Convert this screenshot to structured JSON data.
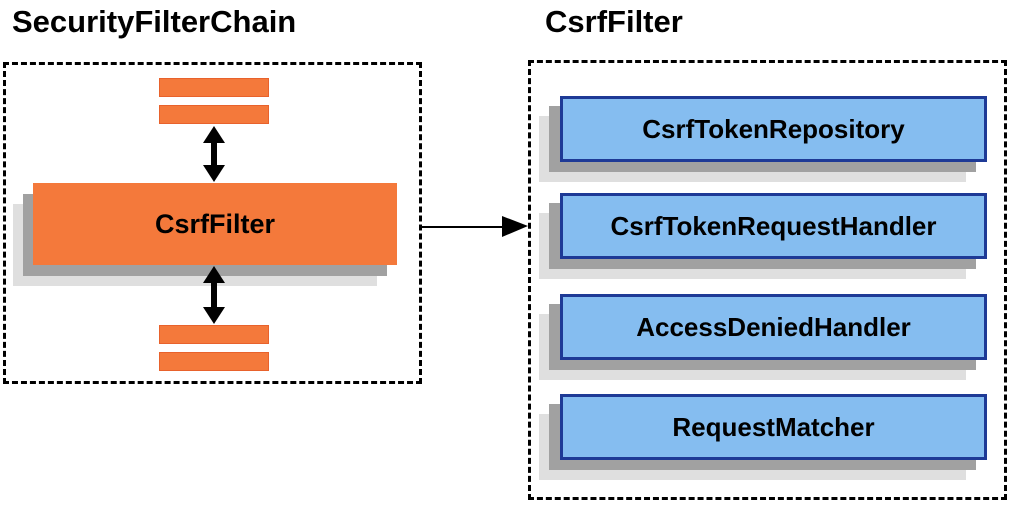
{
  "diagram": {
    "security_filter_chain": {
      "title": "SecurityFilterChain",
      "filter_box_label": "CsrfFilter"
    },
    "csrf_filter": {
      "title": "CsrfFilter",
      "components": [
        {
          "label": "CsrfTokenRepository"
        },
        {
          "label": "CsrfTokenRequestHandler"
        },
        {
          "label": "AccessDeniedHandler"
        },
        {
          "label": "RequestMatcher"
        }
      ]
    },
    "colors": {
      "filter_orange": "#F4793B",
      "filter_orange_border": "#E8622C",
      "component_blue_fill": "#85BDF0",
      "component_blue_border": "#1E3A96",
      "shadow_dark": "#A1A1A1",
      "shadow_light": "#DFDFDF",
      "line_black": "#000000"
    }
  }
}
